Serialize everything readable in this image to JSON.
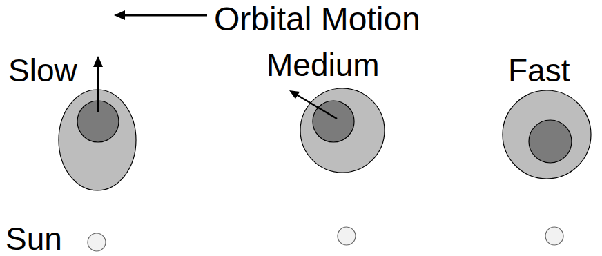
{
  "diagram": {
    "labels": [
      "Orbital Motion",
      "Slow",
      "Medium",
      "Fast",
      "Sun"
    ]
  }
}
